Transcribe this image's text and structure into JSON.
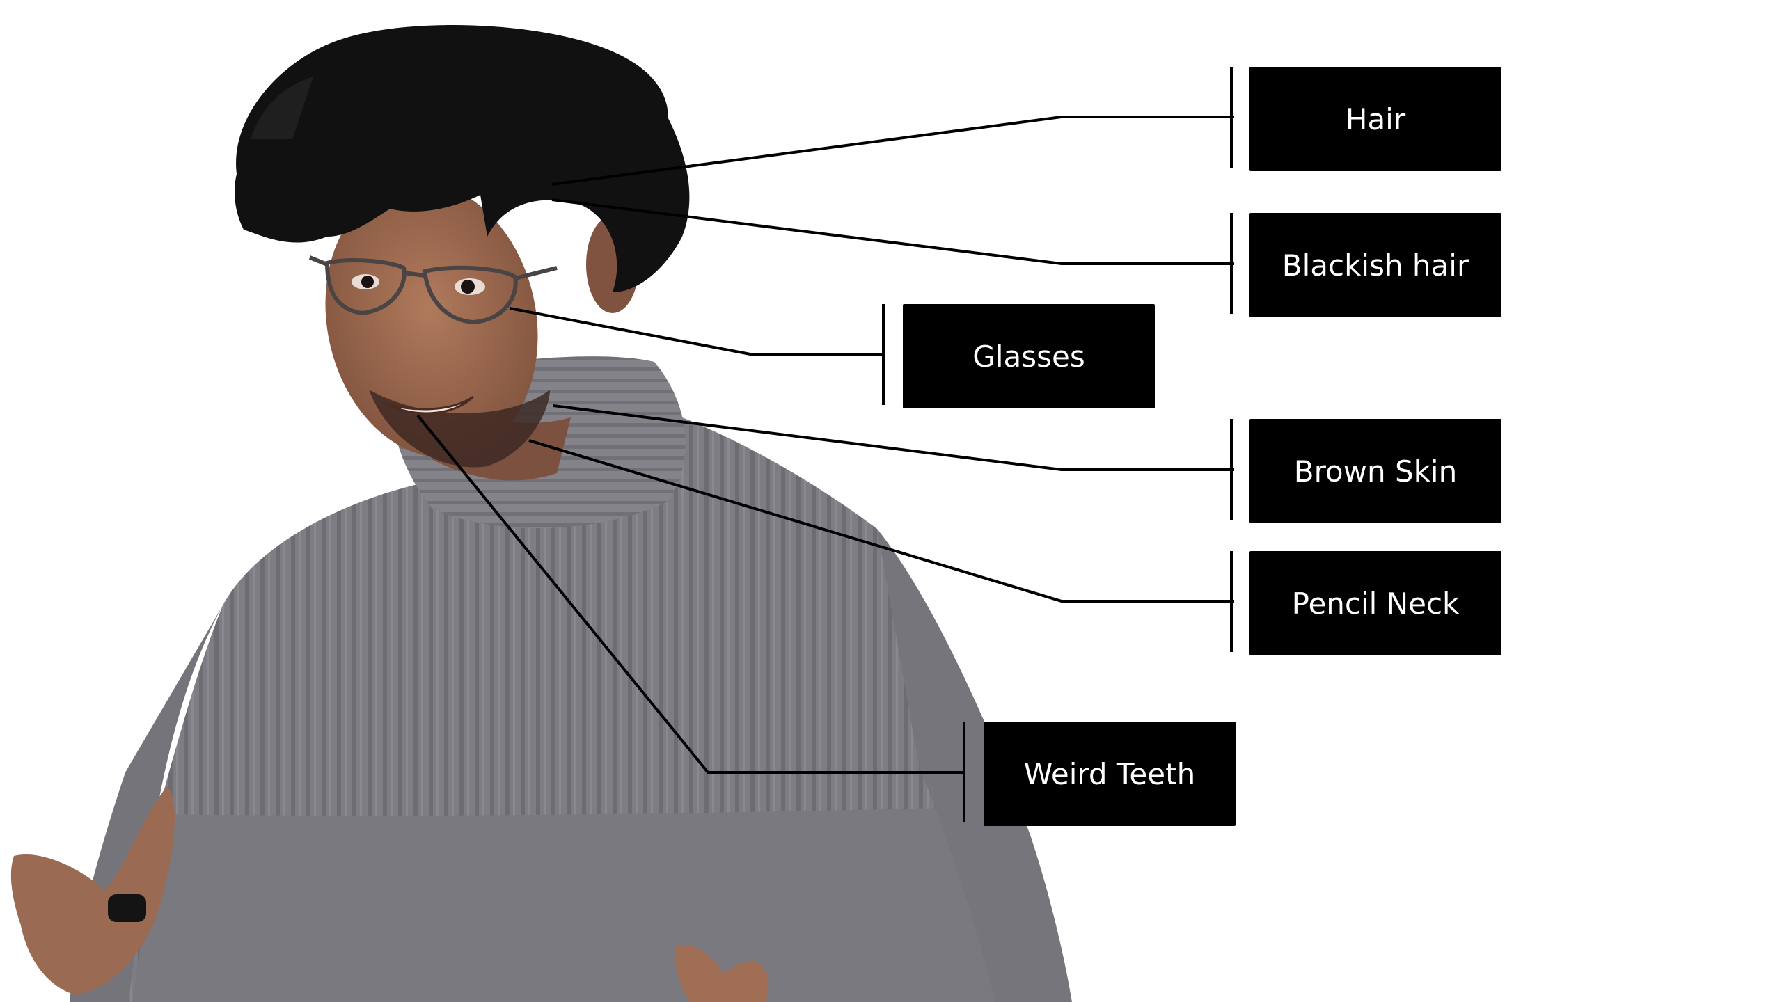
{
  "labels": {
    "hair": "Hair",
    "blackish_hair": "Blackish hair",
    "glasses": "Glasses",
    "brown_skin": "Brown Skin",
    "pencil_neck": "Pencil Neck",
    "weird_teeth": "Weird Teeth"
  },
  "colors": {
    "label_background": "#000000",
    "label_text": "#ffffff",
    "leader_line": "#000000",
    "sweater": "#7e7d84",
    "hair": "#111111",
    "skin": "#9a6a52",
    "background": "#ffffff"
  }
}
